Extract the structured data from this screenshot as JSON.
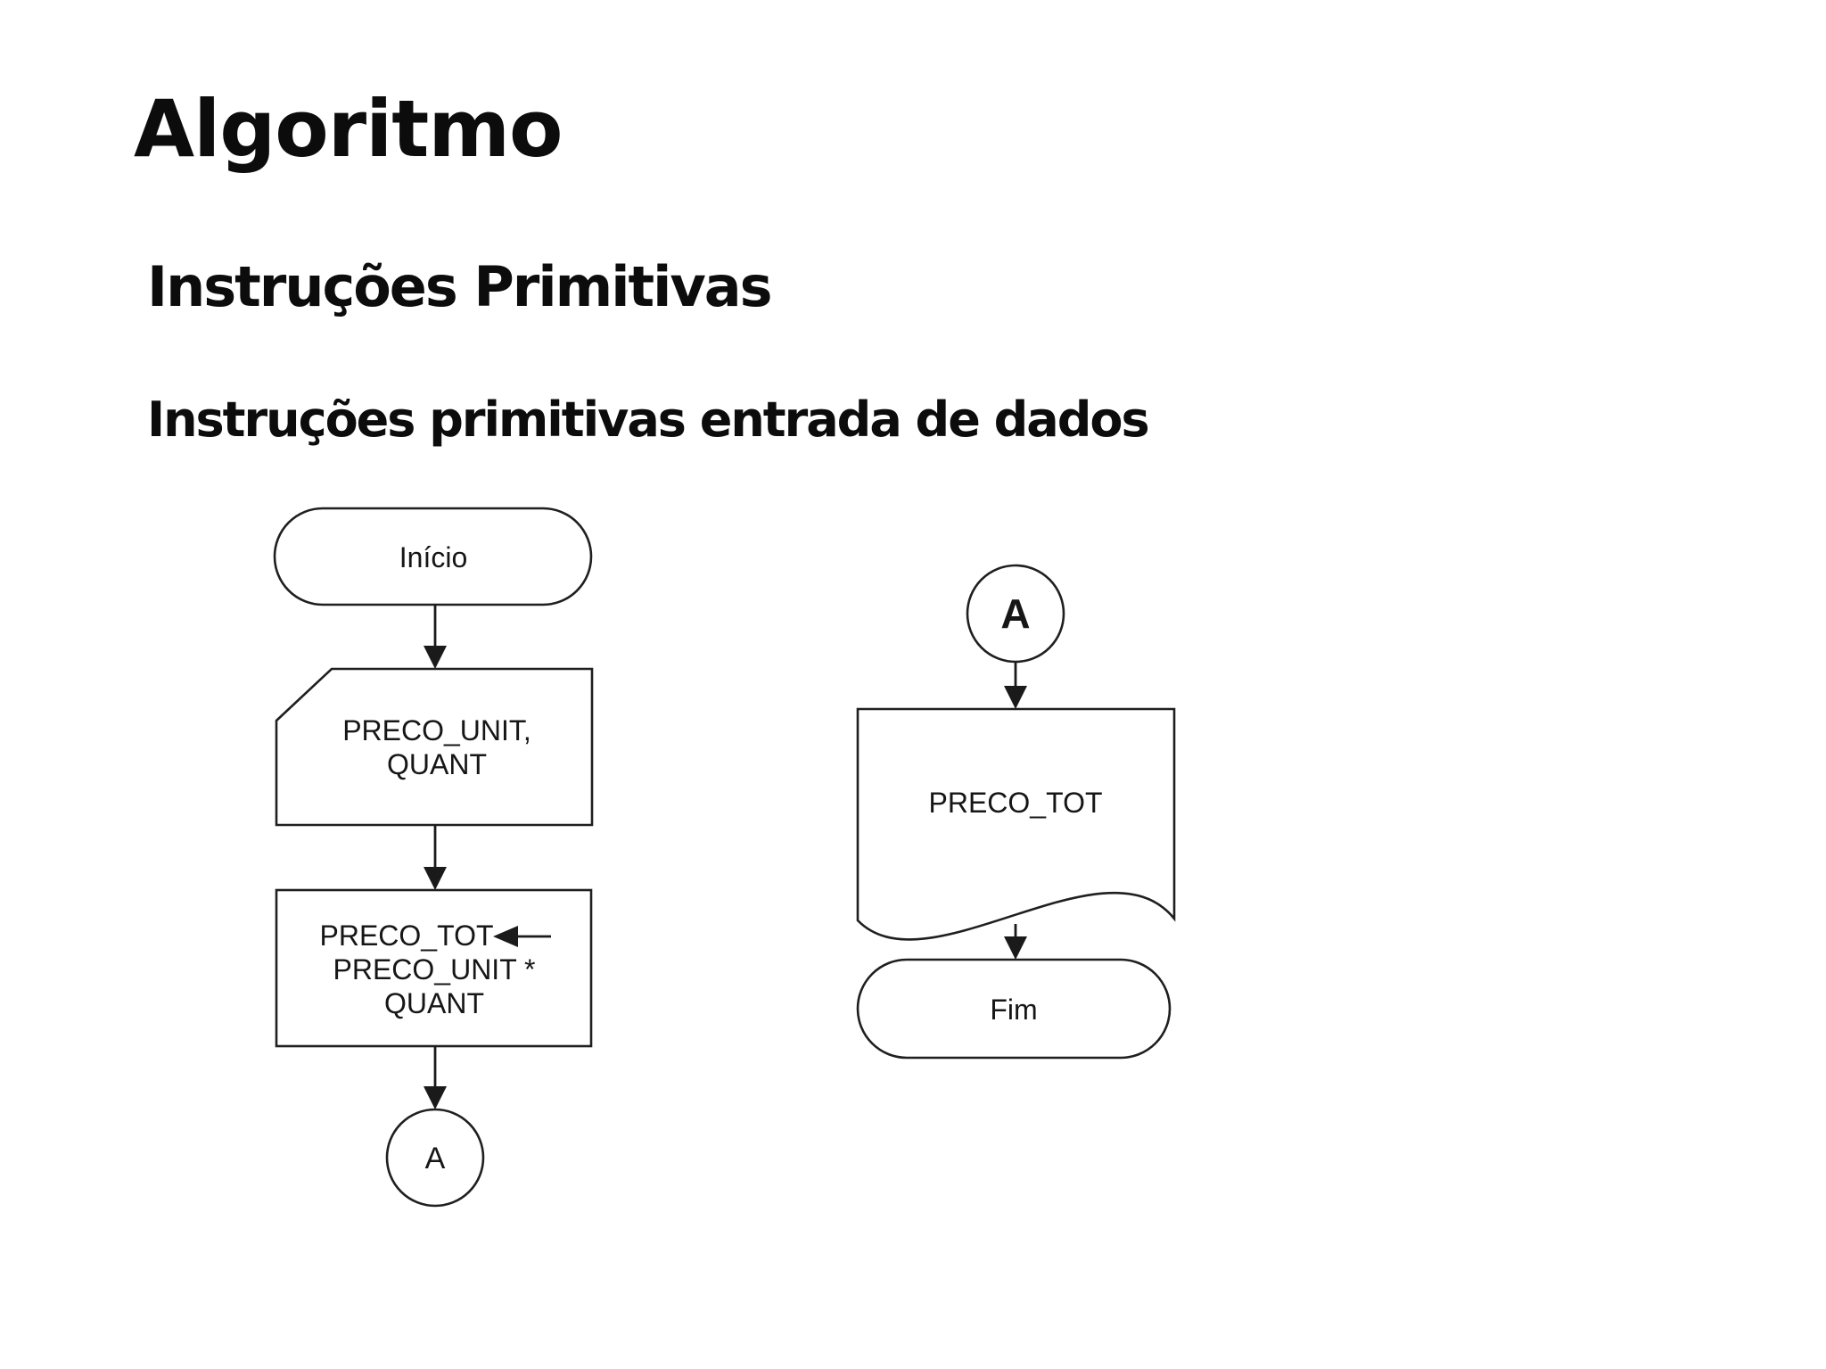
{
  "page": {
    "title": "Algoritmo",
    "subtitle": "Instruções Primitivas",
    "section_heading": "Instruções primitivas entrada de dados"
  },
  "flowchart": {
    "left": {
      "start_label": "Início",
      "input_line1": "PRECO_UNIT,",
      "input_line2": "QUANT",
      "process_line1": "PRECO_TOT",
      "process_line2": "PRECO_UNIT *",
      "process_line3": "QUANT",
      "connector_label": "A"
    },
    "right": {
      "connector_label": "A",
      "output_label": "PRECO_TOT",
      "end_label": "Fim"
    }
  },
  "colors": {
    "background": "#ffffff",
    "stroke": "#1f1f1f",
    "text": "#161616"
  }
}
